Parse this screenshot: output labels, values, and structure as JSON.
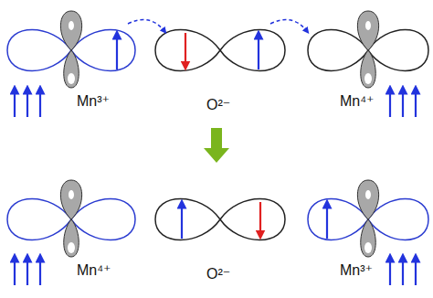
{
  "diagram": {
    "labels": [
      "Mn³⁺",
      "O²⁻",
      "Mn⁴⁺",
      "Mn⁴⁺",
      "O²⁻",
      "Mn³⁺"
    ]
  }
}
